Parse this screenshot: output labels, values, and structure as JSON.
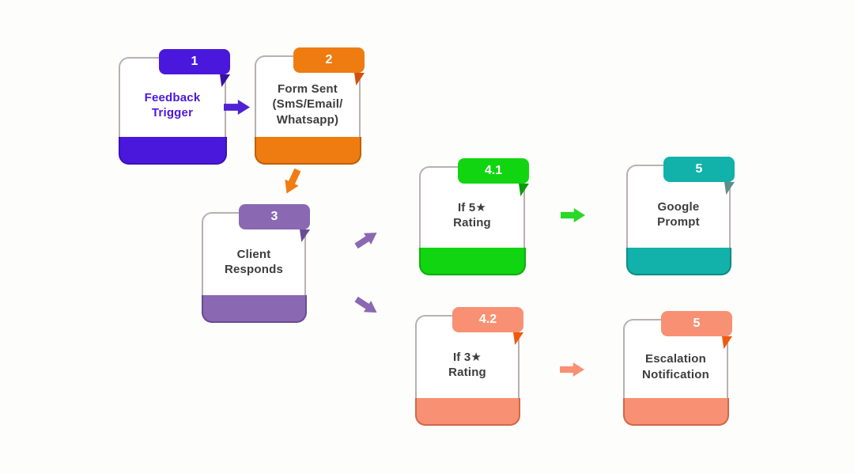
{
  "diagram": {
    "background": "#fdfdfb",
    "body_border_color": "#b9b0b4",
    "text_dark": "#3d3d3d"
  },
  "cards": [
    {
      "number": "1",
      "title": "Feedback\nTrigger",
      "colors": {
        "main": "#4a18dc",
        "fold": "#3810a4",
        "bar": "#3a12b5",
        "title": "#4a18dc"
      }
    },
    {
      "number": "2",
      "title": "Form Sent\n(SmS/Email/\nWhatsapp)",
      "colors": {
        "main": "#ee7c10",
        "fold": "#d4500a",
        "bar": "#c05f04",
        "title": "#3d3d3d"
      }
    },
    {
      "number": "3",
      "title": "Client\nResponds",
      "colors": {
        "main": "#8a68b2",
        "fold": "#6a4a93",
        "bar": "#6a4b92",
        "title": "#3d3d3d"
      }
    },
    {
      "number": "4.1",
      "title": "If 5★\nRating",
      "colors": {
        "main": "#10d510",
        "fold": "#0a9d0a",
        "bar": "#0caf0c",
        "title": "#3d3d3d"
      }
    },
    {
      "number": "5",
      "title": "Google\nPrompt",
      "colors": {
        "main": "#12b1aa",
        "fold": "#5e8f8a",
        "bar": "#0d8c86",
        "title": "#3d3d3d"
      }
    },
    {
      "number": "4.2",
      "title": "If 3★\nRating",
      "colors": {
        "main": "#f89173",
        "fold": "#f2590e",
        "bar": "#d26749",
        "title": "#3d3d3d"
      }
    },
    {
      "number": "5",
      "title": "Escalation\nNotification",
      "colors": {
        "main": "#f89173",
        "fold": "#f2590e",
        "bar": "#d26749",
        "title": "#3d3d3d"
      }
    }
  ],
  "arrows": [
    {
      "from": "1",
      "to": "2",
      "direction": "right",
      "color": "#4f22d6"
    },
    {
      "from": "2",
      "to": "3",
      "direction": "down-left",
      "color": "#f07c12"
    },
    {
      "from": "3",
      "to": "4.1",
      "direction": "up-right",
      "color": "#8a68b2"
    },
    {
      "from": "3",
      "to": "4.2",
      "direction": "down-right",
      "color": "#8a68b2"
    },
    {
      "from": "4.1",
      "to": "5",
      "direction": "right",
      "color": "#29d829"
    },
    {
      "from": "4.2",
      "to": "5",
      "direction": "right",
      "color": "#f89173"
    }
  ]
}
